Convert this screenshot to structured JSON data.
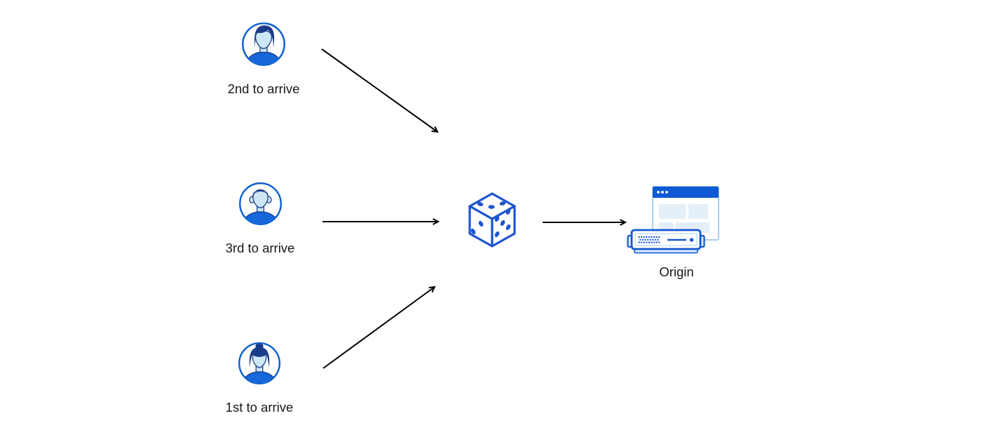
{
  "nodes": {
    "visitor_2nd": {
      "label": "2nd to arrive",
      "icon": "avatar-man-swoop-hair"
    },
    "visitor_3rd": {
      "label": "3rd to arrive",
      "icon": "avatar-man-short-hair"
    },
    "visitor_1st": {
      "label": "1st to arrive",
      "icon": "avatar-woman-bun"
    },
    "randomizer": {
      "icon": "dice"
    },
    "origin": {
      "label": "Origin",
      "icon": "browser-window-with-server"
    }
  },
  "edges": [
    {
      "from": "visitor_2nd",
      "to": "randomizer"
    },
    {
      "from": "visitor_3rd",
      "to": "randomizer"
    },
    {
      "from": "visitor_1st",
      "to": "randomizer"
    },
    {
      "from": "randomizer",
      "to": "origin"
    }
  ],
  "colors": {
    "avatar_ring_blue": "#0b5fd0",
    "hair_navy": "#1b3c88",
    "skin_light_blue": "#cde7f6",
    "shirt_blue": "#1667d9",
    "dice_blue": "#1d55cc",
    "browser_header_blue": "#0f5ad4",
    "browser_border_light": "#abcfee",
    "content_block_pale": "#e4eff8",
    "server_border_blue": "#1457d0",
    "server_fill_light": "#dcebfa",
    "arrow_black": "#000000",
    "label_text": "#17181a",
    "background": "#ffffff"
  }
}
